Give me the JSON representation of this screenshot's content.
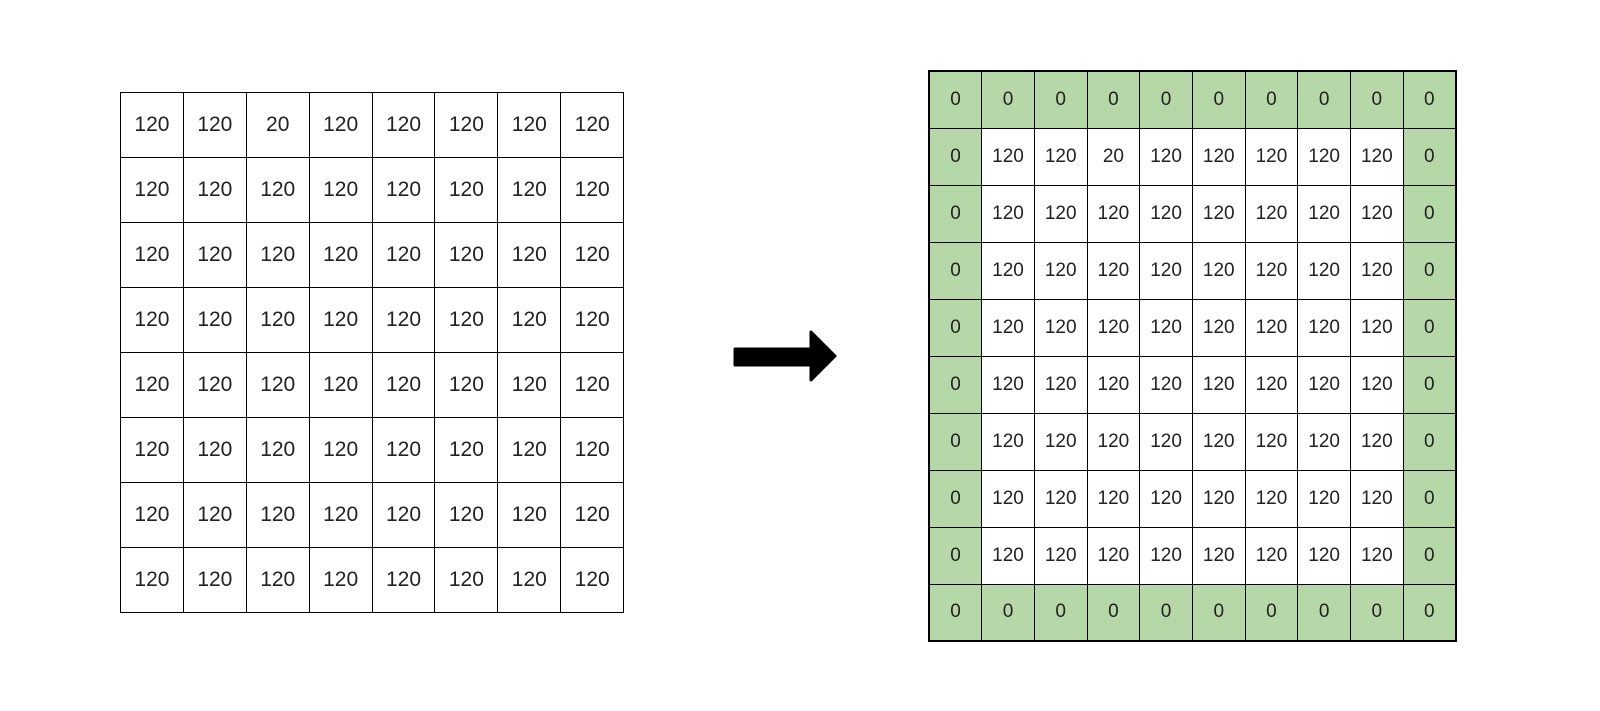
{
  "colors": {
    "background": "#ffffff",
    "cell_bg": "#ffffff",
    "padding_cell_bg": "#b6d7a8",
    "grid_border": "#000000",
    "cell_text": "#222222",
    "arrow": "#000000"
  },
  "original_matrix": {
    "rows": 8,
    "cols": 8,
    "cells": [
      [
        120,
        120,
        20,
        120,
        120,
        120,
        120,
        120
      ],
      [
        120,
        120,
        120,
        120,
        120,
        120,
        120,
        120
      ],
      [
        120,
        120,
        120,
        120,
        120,
        120,
        120,
        120
      ],
      [
        120,
        120,
        120,
        120,
        120,
        120,
        120,
        120
      ],
      [
        120,
        120,
        120,
        120,
        120,
        120,
        120,
        120
      ],
      [
        120,
        120,
        120,
        120,
        120,
        120,
        120,
        120
      ],
      [
        120,
        120,
        120,
        120,
        120,
        120,
        120,
        120
      ],
      [
        120,
        120,
        120,
        120,
        120,
        120,
        120,
        120
      ]
    ]
  },
  "arrow": {
    "direction": "right"
  },
  "padded_matrix": {
    "rows": 10,
    "cols": 10,
    "padding_ring": true,
    "padding_value": 0,
    "cells": [
      [
        0,
        0,
        0,
        0,
        0,
        0,
        0,
        0,
        0,
        0
      ],
      [
        0,
        120,
        120,
        20,
        120,
        120,
        120,
        120,
        120,
        0
      ],
      [
        0,
        120,
        120,
        120,
        120,
        120,
        120,
        120,
        120,
        0
      ],
      [
        0,
        120,
        120,
        120,
        120,
        120,
        120,
        120,
        120,
        0
      ],
      [
        0,
        120,
        120,
        120,
        120,
        120,
        120,
        120,
        120,
        0
      ],
      [
        0,
        120,
        120,
        120,
        120,
        120,
        120,
        120,
        120,
        0
      ],
      [
        0,
        120,
        120,
        120,
        120,
        120,
        120,
        120,
        120,
        0
      ],
      [
        0,
        120,
        120,
        120,
        120,
        120,
        120,
        120,
        120,
        0
      ],
      [
        0,
        120,
        120,
        120,
        120,
        120,
        120,
        120,
        120,
        0
      ],
      [
        0,
        0,
        0,
        0,
        0,
        0,
        0,
        0,
        0,
        0
      ]
    ]
  }
}
